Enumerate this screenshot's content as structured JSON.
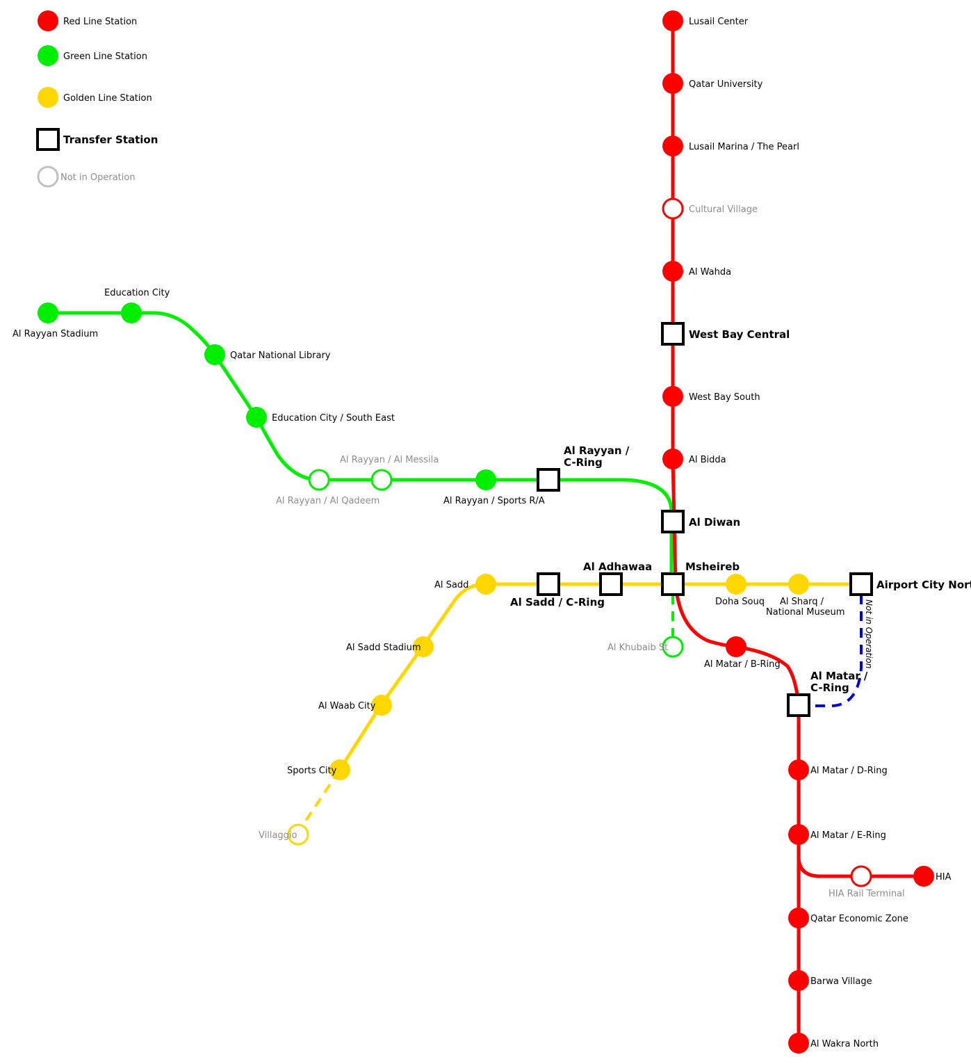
{
  "colors": {
    "red": "#ff0000",
    "green": "#00ee00",
    "gold": "#ffd700",
    "blue": "#0000dd",
    "offline_grey": "#c0c0c0",
    "offline_text": "#8c8c8c"
  },
  "legend": {
    "red": "Red Line Station",
    "green": "Green Line Station",
    "gold": "Golden Line Station",
    "transfer": "Transfer Station",
    "not_in_operation": "Not in Operation"
  },
  "red_line": {
    "lusail_center": "Lusail Center",
    "qatar_university": "Qatar University",
    "lusail_marina": "Lusail Marina / The Pearl",
    "cultural_village": "Cultural Village",
    "al_wahda": "Al Wahda",
    "west_bay_south": "West Bay South",
    "al_bidda": "Al Bidda",
    "al_matar_b_ring": "Al Matar / B-Ring",
    "al_matar_d_ring": "Al Matar / D-Ring",
    "al_matar_e_ring": "Al Matar / E-Ring",
    "hia_rail_terminal": "HIA Rail Terminal",
    "hia": "HIA",
    "qatar_economic_zone": "Qatar Economic Zone",
    "barwa_village": "Barwa Village",
    "al_wakra_north": "Al Wakra North"
  },
  "green_line": {
    "al_rayyan_stadium": "Al Rayyan Stadium",
    "education_city": "Education City",
    "qatar_national_library": "Qatar National Library",
    "education_city_se": "Education City / South East",
    "al_rayyan_al_messila": "Al Rayyan / Al Messila",
    "al_rayyan_al_qadeem": "Al Rayyan / Al Qadeem",
    "al_rayyan_sports": "Al Rayyan / Sports R/A",
    "al_khubaib": "Al Khubaib St"
  },
  "gold_line": {
    "al_sadd": "Al Sadd",
    "al_sadd_stadium": "Al Sadd Stadium",
    "al_waab_city": "Al Waab City",
    "sports_city": "Sports City",
    "villaggio": "Villaggio",
    "doha_souq": "Doha Souq",
    "al_sharq_1": "Al Sharq /",
    "al_sharq_2": "National Museum"
  },
  "transfer": {
    "west_bay_central": "West Bay Central",
    "al_diwan": "Al Diwan",
    "msheireb": "Msheireb",
    "al_adhawaa": "Al Adhawaa",
    "al_sadd_c_ring": "Al Sadd / C-Ring",
    "al_rayyan_c_ring_1": "Al Rayyan /",
    "al_rayyan_c_ring_2": "C-Ring",
    "airport_city_north": "Airport City North",
    "al_matar_c_ring_1": "Al Matar /",
    "al_matar_c_ring_2": "C-Ring"
  },
  "blue_link": {
    "note": "Not in Operation"
  }
}
